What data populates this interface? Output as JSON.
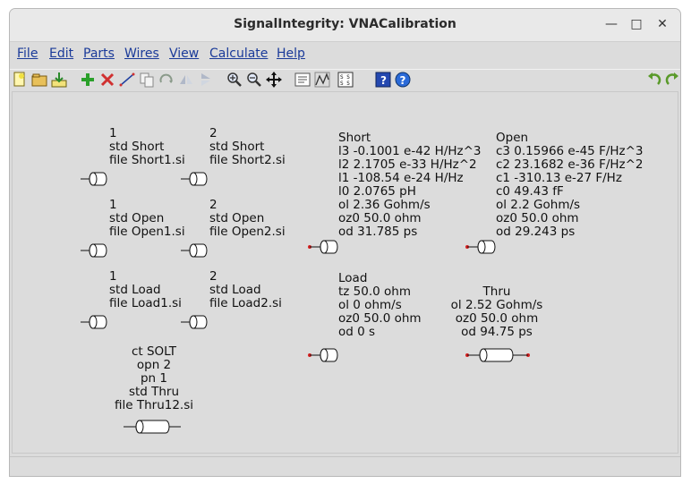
{
  "window": {
    "title": "SignalIntegrity: VNACalibration"
  },
  "menu": [
    "File",
    "Edit",
    "Parts",
    "Wires",
    "View",
    "Calculate",
    "Help"
  ],
  "toolbar": {
    "left": [
      {
        "icon": "new-file-icon"
      },
      {
        "icon": "open-folder-icon"
      },
      {
        "icon": "save-download-icon"
      },
      {
        "icon": "add-part-icon"
      },
      {
        "icon": "delete-part-icon"
      },
      {
        "icon": "add-wire-icon"
      },
      {
        "icon": "duplicate-icon"
      },
      {
        "icon": "rotate-part-icon"
      },
      {
        "icon": "flip-horizontal-icon"
      },
      {
        "icon": "flip-vertical-icon"
      },
      {
        "icon": "zoom-in-icon"
      },
      {
        "icon": "zoom-out-icon"
      },
      {
        "icon": "pan-icon"
      },
      {
        "icon": "netlist-icon"
      },
      {
        "icon": "calculate-icon"
      },
      {
        "icon": "sparameters-icon"
      },
      {
        "icon": "help-icon"
      },
      {
        "icon": "info-icon"
      }
    ],
    "right": [
      {
        "icon": "undo-icon"
      },
      {
        "icon": "redo-icon"
      }
    ]
  },
  "canvas": {
    "files": [
      {
        "port": "1",
        "std": "std Short",
        "file": "file Short1.si"
      },
      {
        "port": "2",
        "std": "std Short",
        "file": "file Short2.si"
      },
      {
        "port": "1",
        "std": "std Open",
        "file": "file Open1.si"
      },
      {
        "port": "2",
        "std": "std Open",
        "file": "file Open2.si"
      },
      {
        "port": "1",
        "std": "std Load",
        "file": "file Load1.si"
      },
      {
        "port": "2",
        "std": "std Load",
        "file": "file Load2.si"
      }
    ],
    "thru_file": {
      "ct": "ct SOLT",
      "opn": "opn 2",
      "pn": "pn 1",
      "std": "std Thru",
      "file": "file Thru12.si"
    },
    "short": [
      "Short",
      "l3 -0.1001 e-42 H/Hz^3",
      "l2 2.1705 e-33 H/Hz^2",
      "l1 -108.54 e-24 H/Hz",
      "l0 2.0765 pH",
      "ol 2.36 Gohm/s",
      "oz0 50.0 ohm",
      "od 31.785 ps"
    ],
    "open": [
      "Open",
      "c3 0.15966 e-45 F/Hz^3",
      "c2 23.1682 e-36 F/Hz^2",
      "c1 -310.13 e-27 F/Hz",
      "c0 49.43 fF",
      "ol 2.2 Gohm/s",
      "oz0 50.0 ohm",
      "od 29.243 ps"
    ],
    "load": [
      "Load",
      "tz 50.0 ohm",
      "ol 0 ohm/s",
      "oz0 50.0 ohm",
      "od 0 s"
    ],
    "thru": [
      "Thru",
      "ol 2.52 Gohm/s",
      "oz0 50.0 ohm",
      "od 94.75 ps"
    ]
  },
  "colors": {
    "port_dot": "#d42020",
    "menu_text": "#1a3a99"
  }
}
